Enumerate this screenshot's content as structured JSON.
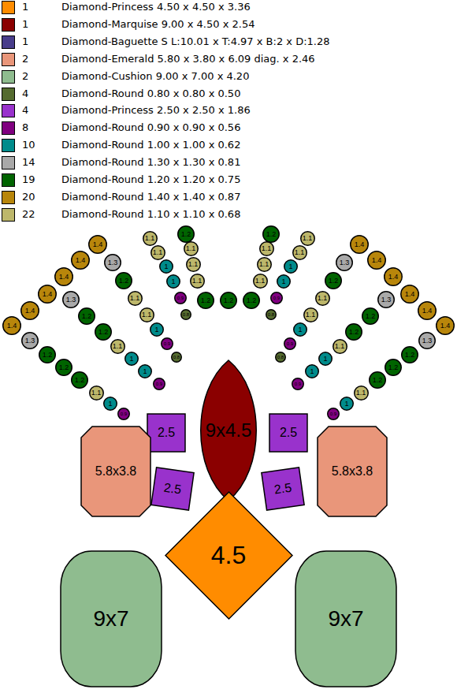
{
  "diagram": {
    "nodes": [
      {
        "text": [
          "1.1"
        ]
      },
      {
        "text": [
          "1.1"
        ]
      },
      {
        "text": [
          "1"
        ]
      },
      {
        "text": [
          "1"
        ]
      },
      {
        "text": [
          "0.9"
        ]
      },
      {
        "text": [
          "0.8"
        ]
      },
      {
        "text": [
          "1.2"
        ]
      },
      {
        "text": [
          "1.1"
        ]
      },
      {
        "text": [
          "1.1"
        ]
      },
      {
        "text": [
          "1.1"
        ]
      },
      {
        "text": [
          "1.4"
        ]
      },
      {
        "text": [
          "1.4"
        ]
      },
      {
        "text": [
          "1.4"
        ]
      },
      {
        "text": [
          "1.4"
        ]
      },
      {
        "text": [
          "1.4"
        ]
      },
      {
        "text": [
          "1.4"
        ]
      },
      {
        "text": [
          "1.3"
        ]
      },
      {
        "text": [
          "1.2"
        ]
      },
      {
        "text": [
          "1.1"
        ]
      },
      {
        "text": [
          "1.1"
        ]
      },
      {
        "text": [
          "1"
        ]
      },
      {
        "text": [
          "0.9"
        ]
      },
      {
        "text": [
          "0.8"
        ]
      },
      {
        "text": [
          "1.3"
        ]
      },
      {
        "text": [
          "1.2"
        ]
      },
      {
        "text": [
          "1.2"
        ]
      },
      {
        "text": [
          "1.1"
        ]
      },
      {
        "text": [
          "1"
        ]
      },
      {
        "text": [
          "1"
        ]
      },
      {
        "text": [
          "0.9"
        ]
      },
      {
        "text": [
          "1.3"
        ]
      },
      {
        "text": [
          "1.2"
        ]
      },
      {
        "text": [
          "1.2"
        ]
      },
      {
        "text": [
          "1.2"
        ]
      },
      {
        "text": [
          "1.1"
        ]
      },
      {
        "text": [
          "1"
        ]
      },
      {
        "text": [
          "0.9"
        ]
      },
      {
        "text": [
          "1.2"
        ]
      },
      {
        "text": [
          "1.2"
        ]
      },
      {
        "text": [
          "1.2"
        ]
      },
      {
        "text": [
          "1.1"
        ]
      },
      {
        "text": [
          "1.1"
        ]
      },
      {
        "text": [
          "1"
        ]
      },
      {
        "text": [
          "1"
        ]
      },
      {
        "text": [
          "0.9"
        ]
      },
      {
        "text": [
          "0.8"
        ]
      },
      {
        "text": [
          "1.2"
        ]
      },
      {
        "text": [
          "1.1"
        ]
      },
      {
        "text": [
          "1.1"
        ]
      },
      {
        "text": [
          "1.1"
        ]
      },
      {
        "text": [
          "1.4"
        ]
      },
      {
        "text": [
          "1.4"
        ]
      },
      {
        "text": [
          "1.4"
        ]
      },
      {
        "text": [
          "1.4"
        ]
      },
      {
        "text": [
          "1.4"
        ]
      },
      {
        "text": [
          "1.4"
        ]
      },
      {
        "text": [
          "1.3"
        ]
      },
      {
        "text": [
          "1.2"
        ]
      },
      {
        "text": [
          "1.1"
        ]
      },
      {
        "text": [
          "1.1"
        ]
      },
      {
        "text": [
          "1"
        ]
      },
      {
        "text": [
          "0.9"
        ]
      },
      {
        "text": [
          "0.8"
        ]
      },
      {
        "text": [
          "1.3"
        ]
      },
      {
        "text": [
          "1.2"
        ]
      },
      {
        "text": [
          "1.2"
        ]
      },
      {
        "text": [
          "1.1"
        ]
      },
      {
        "text": [
          "1"
        ]
      },
      {
        "text": [
          "1"
        ]
      },
      {
        "text": [
          "0.9"
        ]
      },
      {
        "text": [
          "1.3"
        ]
      },
      {
        "text": [
          "1.2"
        ]
      },
      {
        "text": [
          "1.2"
        ]
      },
      {
        "text": [
          "1.2"
        ]
      },
      {
        "text": [
          "1.1"
        ]
      },
      {
        "text": [
          "1"
        ]
      },
      {
        "text": [
          "0.9"
        ]
      },
      {
        "text": [
          "9x4.5"
        ]
      },
      {
        "text": [
          "2.5"
        ]
      },
      {
        "text": [
          "2.5"
        ]
      },
      {
        "text": [
          "2.5"
        ]
      },
      {
        "text": [
          "2.5"
        ]
      },
      {
        "text": [
          "5.8x3.8"
        ]
      },
      {
        "text": [
          "5.8x3.8"
        ]
      },
      {
        "text": [
          "4.5"
        ]
      },
      {
        "text": [
          "9x7"
        ]
      },
      {
        "text": [
          "9x7"
        ]
      }
    ],
    "labels": [
      "1",
      "1",
      "1",
      "2",
      "2",
      "4",
      "4",
      "8",
      "10",
      "14",
      "19",
      "20",
      "22"
    ],
    "legend": [
      {
        "text": "Diamond-Princess 4.50 x 4.50 x 3.36",
        "color": "#ff8c00"
      },
      {
        "text": "Diamond-Marquise 9.00 x 4.50 x 2.54",
        "color": "#8b0000"
      },
      {
        "text": "Diamond-Baguette S L:10.01 x T:4.97 x B:2 x D:1.28",
        "color": "#483d8b"
      },
      {
        "text": "Diamond-Emerald 5.80 x 3.80 x 6.09 diag. x 2.46",
        "color": "#e9967a"
      },
      {
        "text": "Diamond-Cushion 9.00 x 7.00 x 4.20",
        "color": "#8fbc8f"
      },
      {
        "text": "Diamond-Round 0.80 x 0.80 x 0.50",
        "color": "#556b2f"
      },
      {
        "text": "Diamond-Princess 2.50 x 2.50 x 1.86",
        "color": "#9932cc"
      },
      {
        "text": "Diamond-Round 0.90 x 0.90 x 0.56",
        "color": "#800080"
      },
      {
        "text": "Diamond-Round 1.00 x 1.00 x 0.62",
        "color": "#008b8b"
      },
      {
        "text": "Diamond-Round 1.30 x 1.30 x 0.81",
        "color": "#a9a9a9"
      },
      {
        "text": "Diamond-Round 1.20 x 1.20 x 0.75",
        "color": "#006400"
      },
      {
        "text": "Diamond-Round 1.40 x 1.40 x 0.87",
        "color": "#b8860b"
      },
      {
        "text": "Diamond-Round 1.10 x 1.10 x 0.68",
        "color": "#bdb76b"
      }
    ]
  }
}
